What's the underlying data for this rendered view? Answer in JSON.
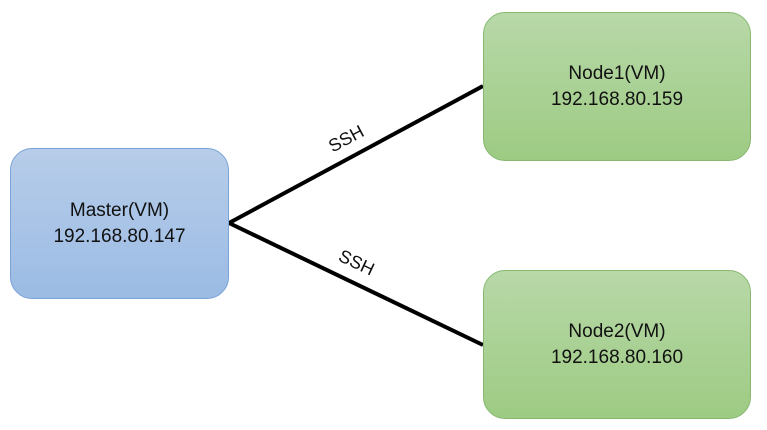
{
  "nodes": {
    "master": {
      "title": "Master(VM)",
      "ip": "192.168.80.147",
      "fill": "#9dbde5"
    },
    "node1": {
      "title": "Node1(VM)",
      "ip": "192.168.80.159",
      "fill": "#a8d08d"
    },
    "node2": {
      "title": "Node2(VM)",
      "ip": "192.168.80.160",
      "fill": "#a8d08d"
    }
  },
  "edges": [
    {
      "from": "Master(VM)",
      "to": "Node1(VM)",
      "label": "SSH"
    },
    {
      "from": "Master(VM)",
      "to": "Node2(VM)",
      "label": "SSH"
    }
  ]
}
